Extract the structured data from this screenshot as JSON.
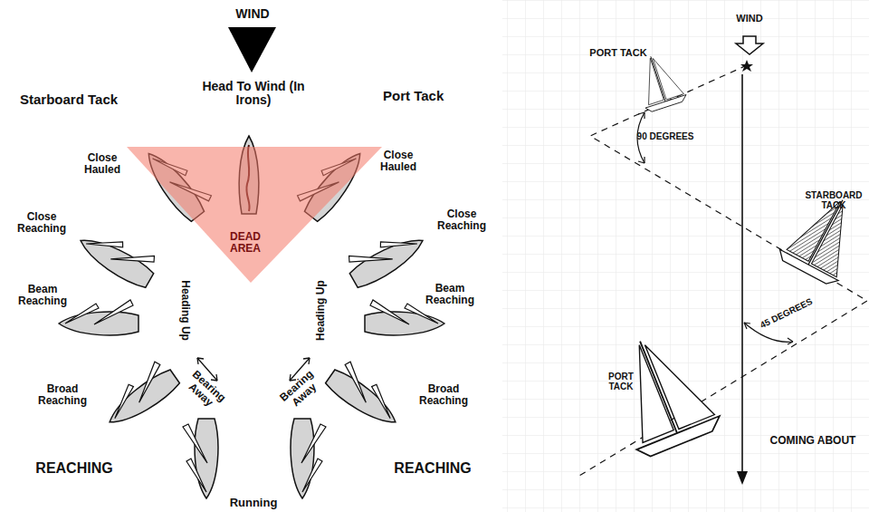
{
  "diagram": {
    "nodes": [
      {
        "text": [
          "DEAD AREA"
        ]
      }
    ],
    "labels": [
      "WIND",
      "Head To Wind (In Irons)",
      "Starboard Tack",
      "Port Tack",
      "Close Hauled",
      "Close Hauled",
      "Close Reaching",
      "Close Reaching",
      "Beam Reaching",
      "Beam Reaching",
      "Broad Reaching",
      "Broad Reaching",
      "REACHING",
      "REACHING",
      "Running",
      "Heading Up",
      "Heading Up",
      "Bearing Away",
      "Bearing Away",
      "WIND",
      "PORT TACK",
      "90 DEGREES",
      "STARBOARD TACK",
      "45 DEGREES",
      "PORT TACK",
      "COMING ABOUT"
    ]
  }
}
